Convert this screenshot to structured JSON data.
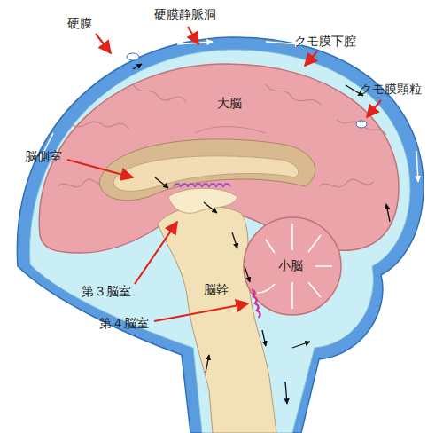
{
  "diagram": {
    "labels": [
      "硬膜",
      "硬膜静脈洞",
      "クモ膜下腔",
      "クモ膜顆粒",
      "大脳",
      "脳側室",
      "第３脳室",
      "第４脳室",
      "小脳",
      "脳幹"
    ]
  }
}
